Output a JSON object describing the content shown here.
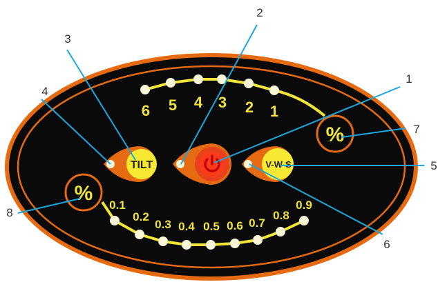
{
  "panel": {
    "colors": {
      "body": "#0a0a0a",
      "rim": "#e56a12",
      "track": "#f0e63a",
      "led": "#fbf6d8",
      "button": "#f7e832",
      "power_outer": "#e8421c",
      "power_icon": "#b80000",
      "callout_line": "#18a8e0"
    },
    "upper_scale": [
      "6",
      "5",
      "4",
      "3",
      "2",
      "1"
    ],
    "lower_scale": [
      "0.1",
      "0.2",
      "0.3",
      "0.4",
      "0.5",
      "0.6",
      "0.7",
      "0.8",
      "0.9"
    ],
    "buttons": {
      "tilt": "TILT",
      "vws": "V-W-S",
      "power_icon": "power-icon",
      "percent_upper": "%",
      "percent_lower": "%"
    }
  },
  "callouts": [
    "1",
    "2",
    "3",
    "4",
    "5",
    "6",
    "7",
    "8"
  ]
}
